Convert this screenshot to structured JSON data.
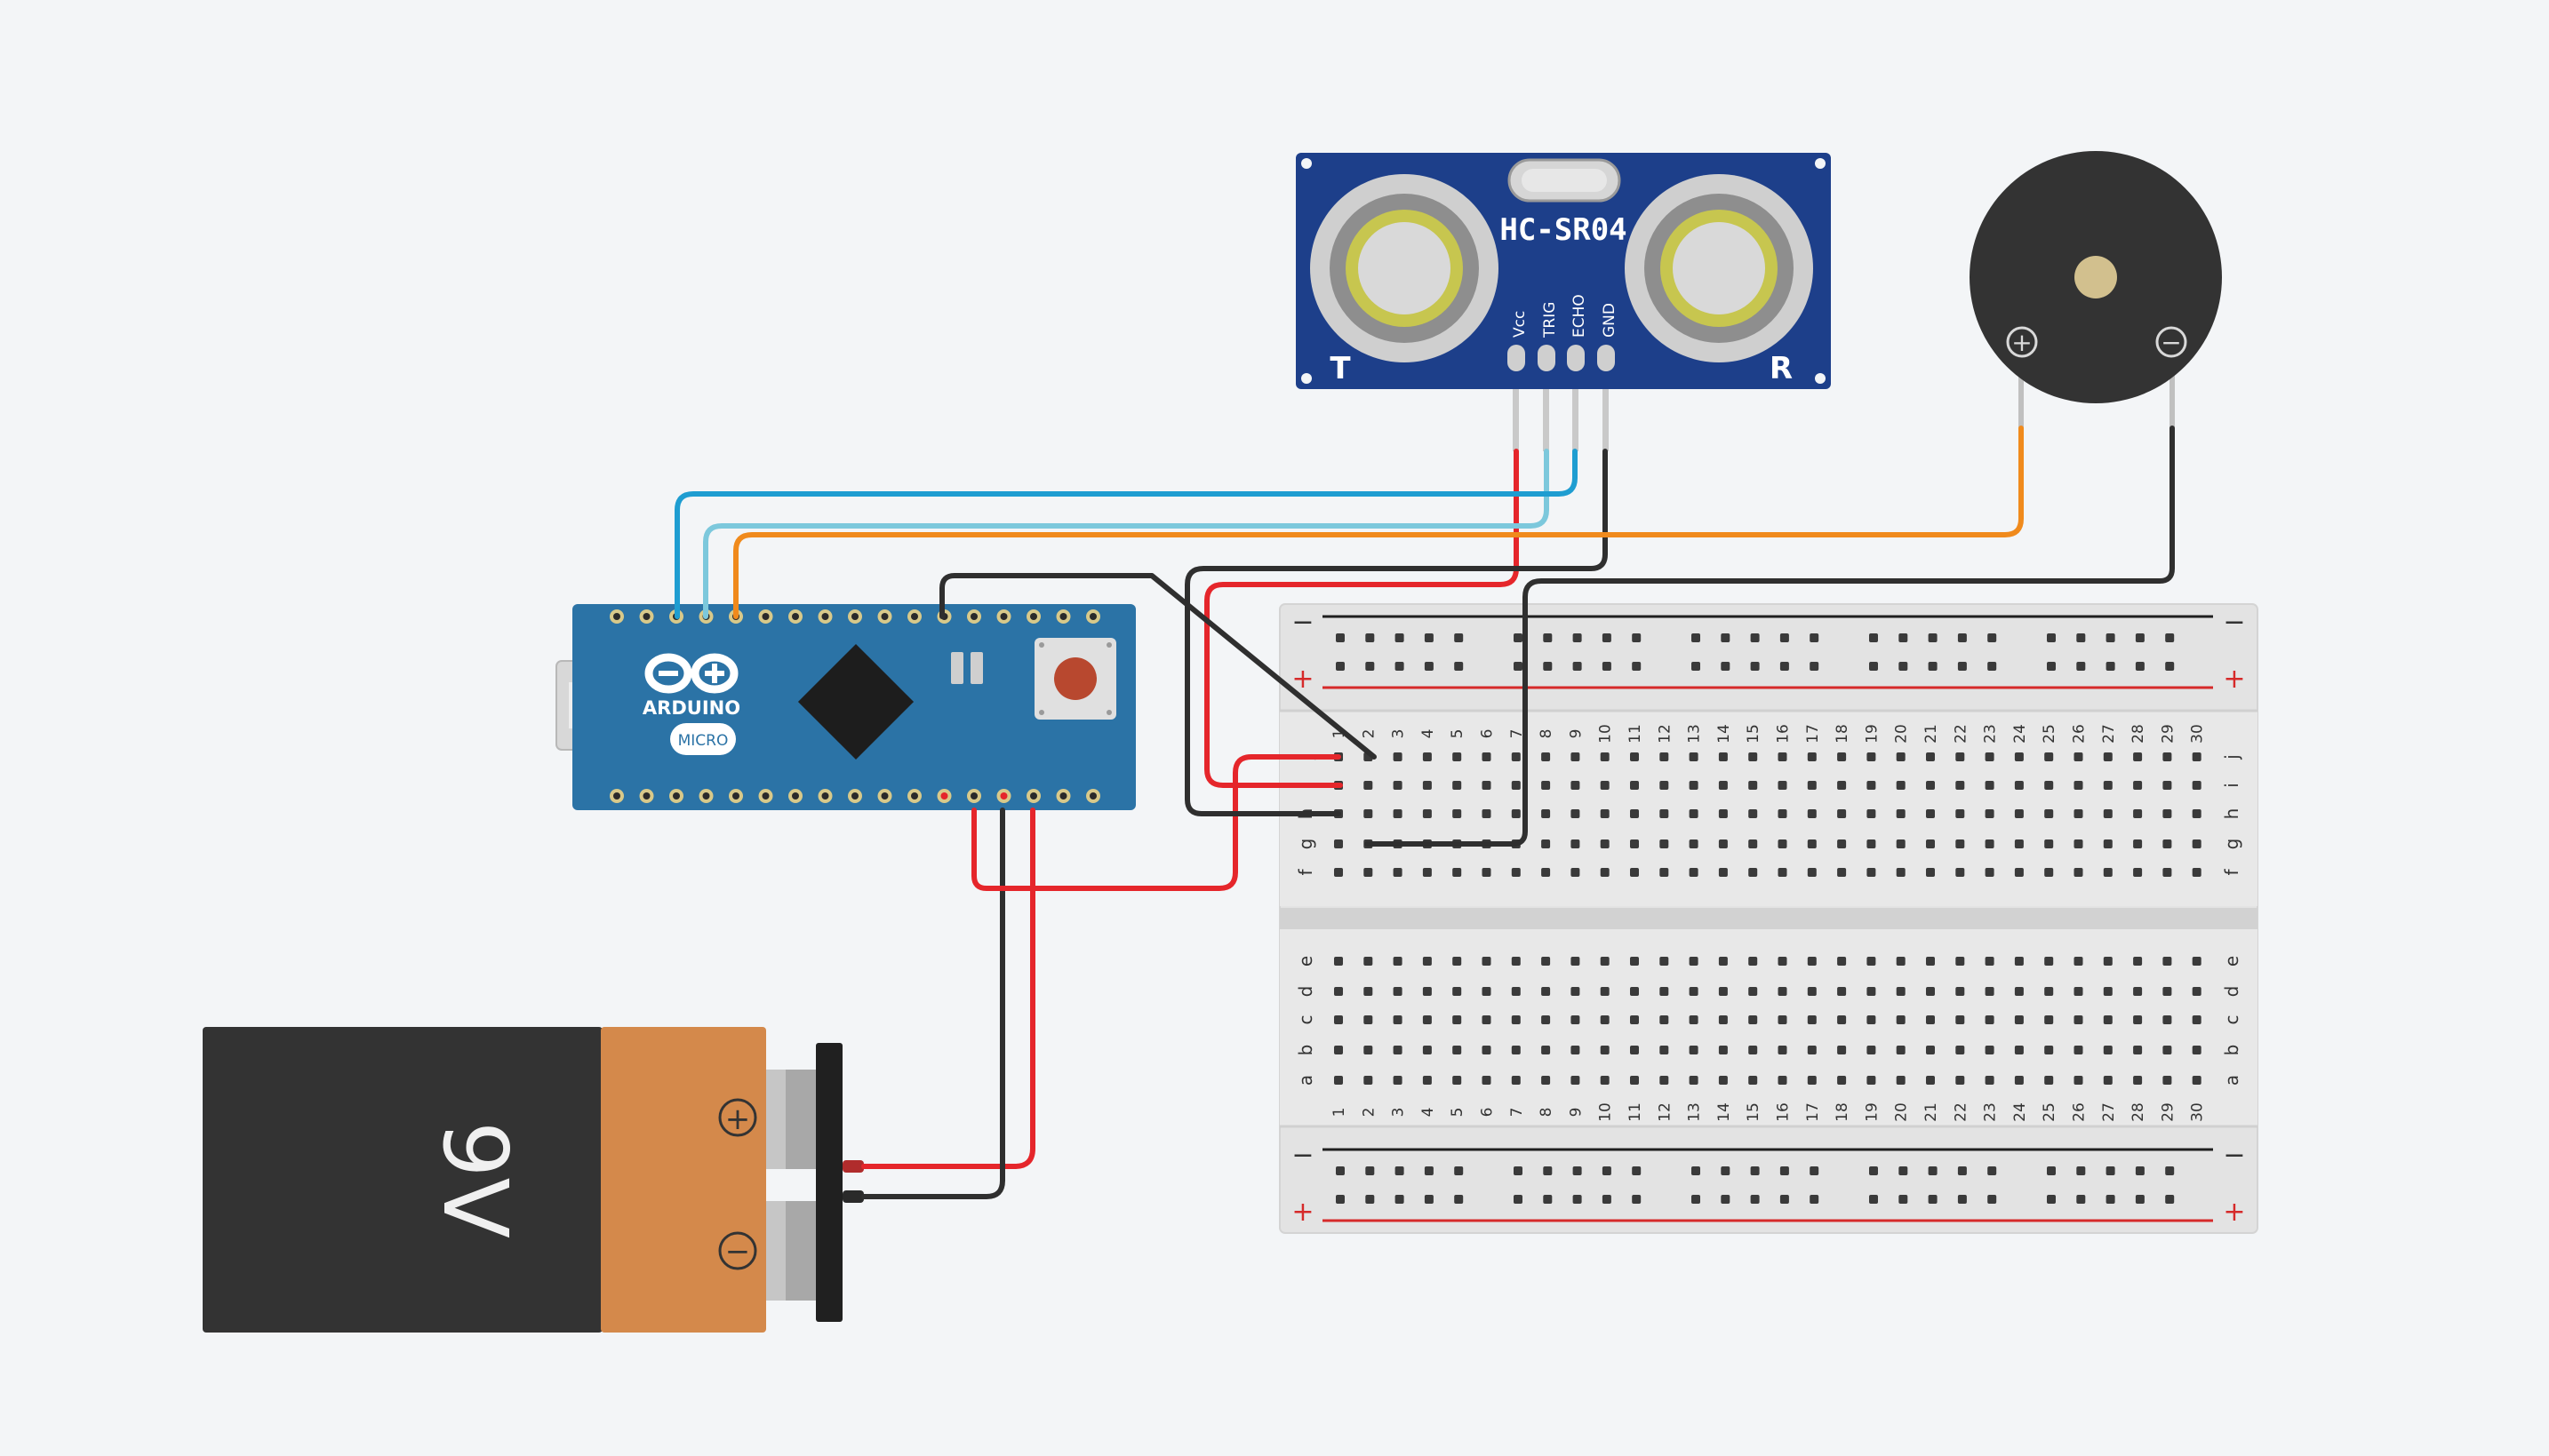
{
  "colors": {
    "background": "#f3f5f7",
    "wire_red": "#e5262b",
    "wire_black": "#2f2f2f",
    "wire_blue": "#1e9dd1",
    "wire_lightblue": "#7cc8dc",
    "wire_orange": "#f08a1c",
    "arduino_board": "#2b73a6",
    "sensor_board": "#1d3f8a",
    "battery_body": "#333333",
    "battery_cap": "#d4894b",
    "breadboard": "#e6e6e6"
  },
  "sensor": {
    "model": "HC-SR04",
    "pins": [
      "Vcc",
      "TRIG",
      "ECHO",
      "GND"
    ],
    "left_mark": "T",
    "right_mark": "R"
  },
  "arduino": {
    "logo_text": "ARDUINO",
    "variant_badge": "MICRO"
  },
  "battery": {
    "label": "9V",
    "plus_symbol": "+",
    "minus_symbol": "−"
  },
  "buzzer": {
    "plus_symbol": "+",
    "minus_symbol": "−"
  },
  "breadboard": {
    "rail_minus": "−",
    "rail_plus": "+",
    "top_rows": [
      "j",
      "i",
      "h",
      "g",
      "f"
    ],
    "bottom_rows": [
      "e",
      "d",
      "c",
      "b",
      "a"
    ],
    "columns": [
      "1",
      "2",
      "3",
      "4",
      "5",
      "6",
      "7",
      "8",
      "9",
      "10",
      "11",
      "12",
      "13",
      "14",
      "15",
      "16",
      "17",
      "18",
      "19",
      "20",
      "21",
      "22",
      "23",
      "24",
      "25",
      "26",
      "27",
      "28",
      "29",
      "30"
    ]
  }
}
